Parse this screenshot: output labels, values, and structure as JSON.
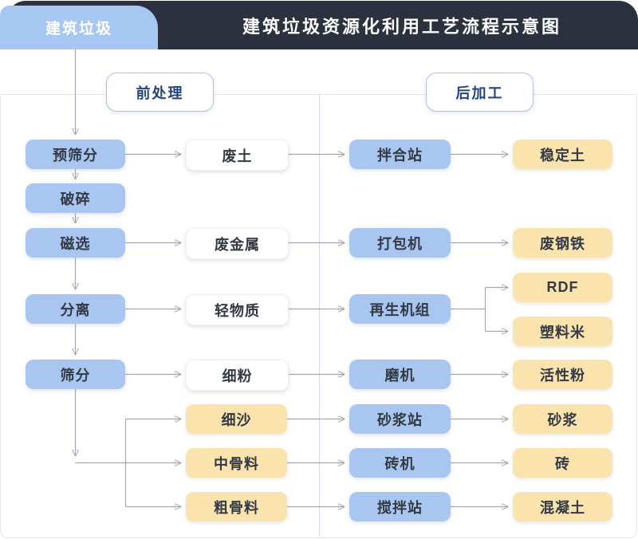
{
  "header": {
    "tab_label": "建筑垃圾",
    "title": "建筑垃圾资源化利用工艺流程示意图"
  },
  "sections": {
    "pre": "前处理",
    "post": "后加工"
  },
  "nodes": {
    "pre_screening": "预筛分",
    "crushing": "破碎",
    "magnetic_separation": "磁选",
    "separation": "分离",
    "screening": "筛分",
    "waste_soil": "废土",
    "waste_metal": "废金属",
    "light_material": "轻物质",
    "fine_powder": "细粉",
    "fine_sand": "细沙",
    "medium_aggregate": "中骨料",
    "coarse_aggregate": "粗骨料",
    "mixing_station": "拌合站",
    "baler": "打包机",
    "regeneration_unit": "再生机组",
    "mill": "磨机",
    "mortar_station": "砂浆站",
    "brick_machine": "砖机",
    "stirring_station": "搅拌站",
    "stabilized_soil": "稳定土",
    "waste_steel": "废钢铁",
    "rdf": "RDF",
    "plastic_pellets": "塑料米",
    "active_powder": "活性粉",
    "mortar": "砂浆",
    "brick": "砖",
    "concrete": "混凝土"
  },
  "colors": {
    "header_dark": "#2b313e",
    "tab_blue": "#a6c7f2",
    "node_blue": "#a8c6f0",
    "node_yellow": "#fae3ad",
    "section_text": "#25457c",
    "node_text": "#333a45",
    "line_gray": "#a2a7b1"
  }
}
